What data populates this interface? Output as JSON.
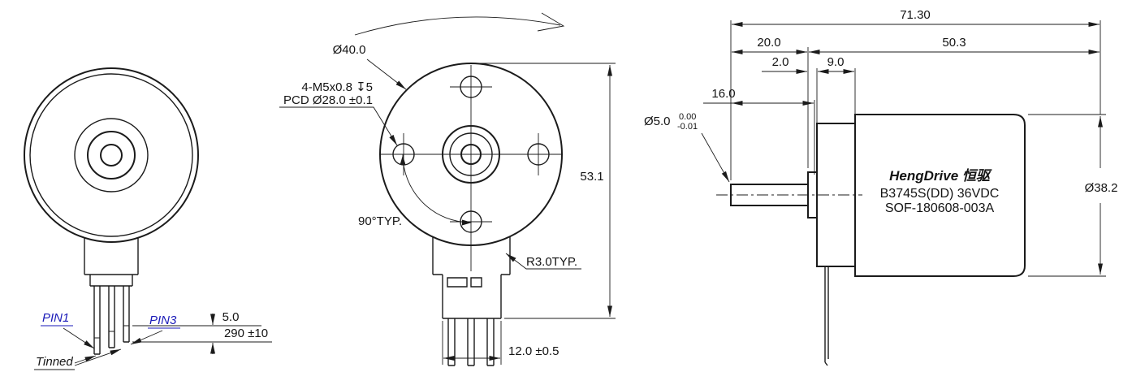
{
  "colors": {
    "line": "#1b1b1b",
    "pin_label": "#1a1ab8",
    "background": "#ffffff"
  },
  "back_view": {
    "pin1_label": "PIN1",
    "pin3_label": "PIN3",
    "tinned_label": "Tinned",
    "tip_length_dim": "5.0",
    "wire_length_dim": "290 ±10"
  },
  "front_view": {
    "diameter_dim": "Ø40.0",
    "thread_note": "4-M5x0.8 ↧5",
    "pcd_note": "PCD Ø28.0 ±0.1",
    "angle_note": "90°TYP.",
    "fillet_note": "R3.0TYP.",
    "height_dim": "53.1",
    "connector_width_dim": "12.0 ±0.5"
  },
  "side_view": {
    "overall_length_dim": "71.30",
    "front_length_dim": "20.0",
    "body_length_dim": "50.3",
    "boss_thickness_dim": "2.0",
    "flange_length_dim": "9.0",
    "shaft_flat_length_dim": "16.0",
    "shaft_diameter_dim": "Ø5.0",
    "shaft_tolerance_upper": "0.00",
    "shaft_tolerance_lower": "-0.01",
    "body_diameter_dim": "Ø38.2",
    "nameplate": {
      "brand": "HengDrive 恒驱",
      "model": "B3745S(DD) 36VDC",
      "code": "SOF-180608-003A"
    }
  }
}
